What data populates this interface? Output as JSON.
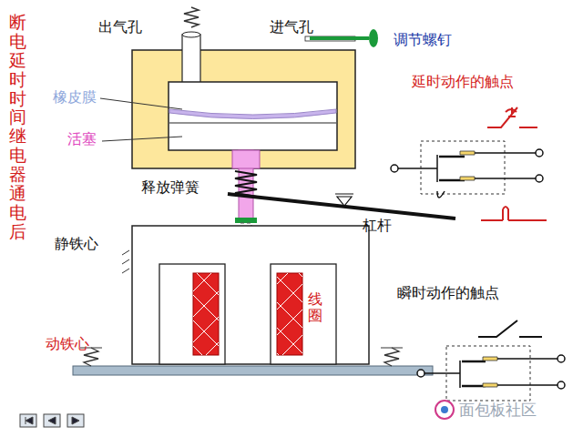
{
  "diagram": {
    "title": "断电延时时间继电器通电后",
    "labels": [
      "出气孔",
      "进气孔",
      "调节螺钉",
      "橡皮膜",
      "活塞",
      "延时动作的触点",
      "释放弹簧",
      "杠杆",
      "静铁心",
      "线圈",
      "瞬时动作的触点",
      "动铁心",
      "面包板社区"
    ]
  }
}
